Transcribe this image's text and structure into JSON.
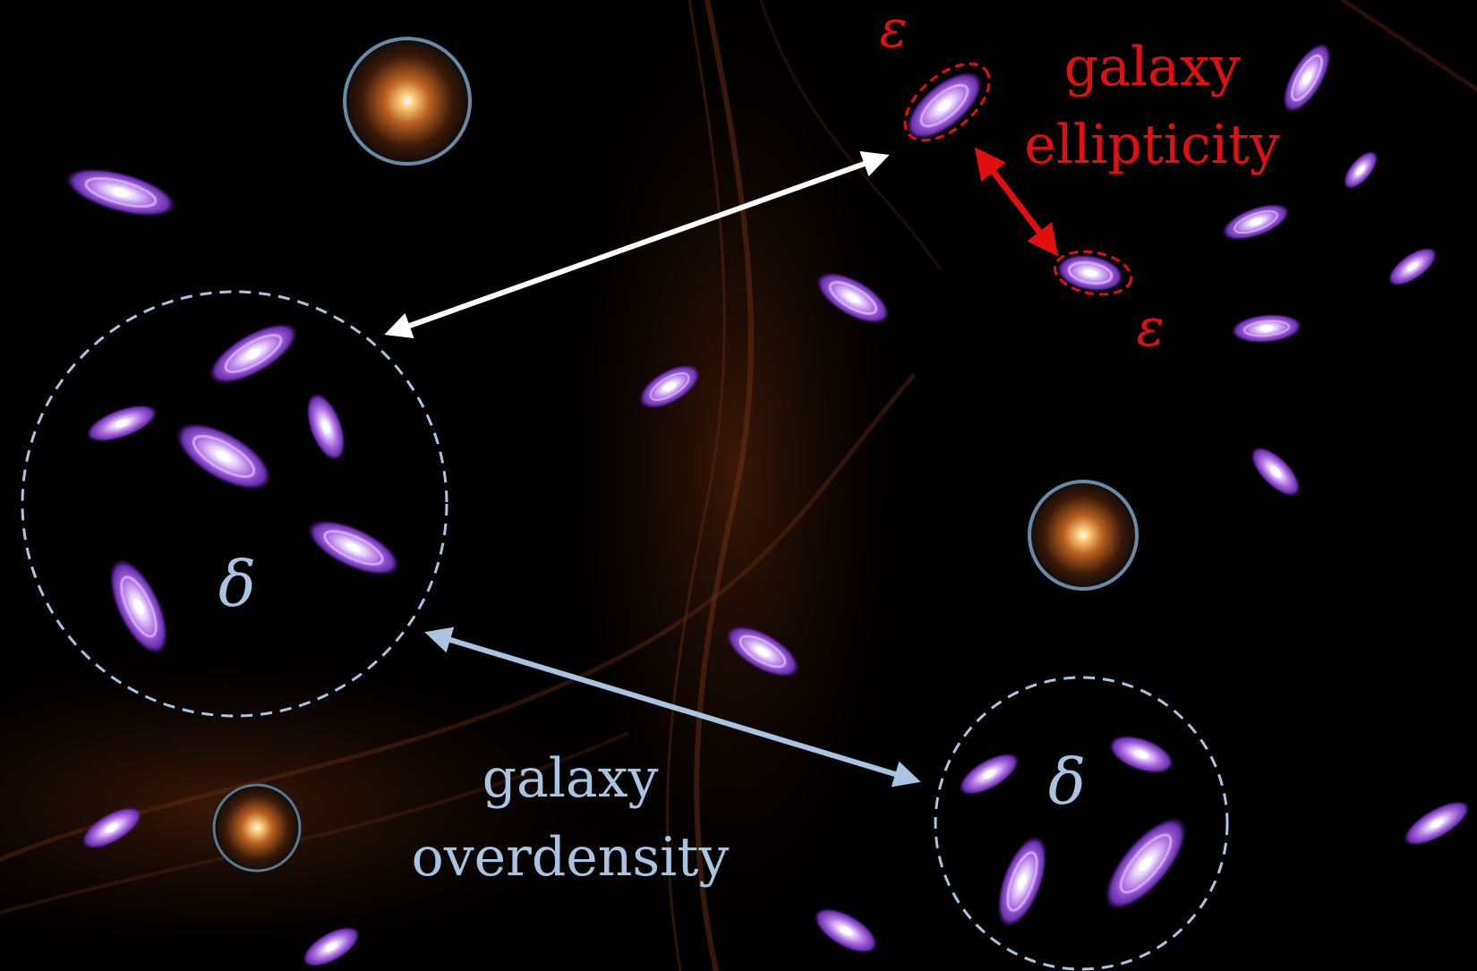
{
  "colors": {
    "background": "#000000",
    "filament": "#5a2a14",
    "ellipticity": "#e01010",
    "overdensity": "#a9c4e2",
    "arrow_white": "#ffffff",
    "galaxy_core": "#ffffff",
    "galaxy_arm": "#b070e0",
    "galaxy_glow": "#7d3fc8",
    "lens_core": "#ffb050",
    "lens_ring": "#8fc0e8"
  },
  "labels": {
    "ellipticity": [
      "galaxy",
      "ellipticity"
    ],
    "overdensity": [
      "galaxy",
      "overdensity"
    ],
    "epsilon_symbol": "ε",
    "delta_symbol": "δ"
  }
}
